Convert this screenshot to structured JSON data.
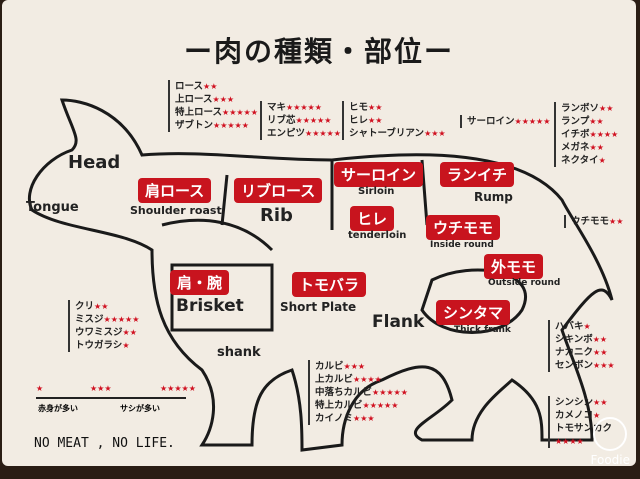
{
  "title": "ー肉の種類・部位ー",
  "parts": {
    "head": "Head",
    "tongue": "Tongue",
    "shank": "shank",
    "flank": "Flank",
    "shoulder_roast": {
      "ja": "肩ロース",
      "en": "Shoulder roast"
    },
    "rib": {
      "ja": "リブロース",
      "en": "Rib"
    },
    "sirloin": {
      "ja": "サーロイン",
      "en": "Sirloin"
    },
    "tenderloin": {
      "ja": "ヒレ",
      "en": "tenderloin"
    },
    "rump": {
      "ja": "ランイチ",
      "en": "Rump"
    },
    "inside_round": {
      "ja": "ウチモモ",
      "en": "Inside round"
    },
    "outside_round": {
      "ja": "外モモ",
      "en": "Outside round"
    },
    "brisket": {
      "ja": "肩・腕",
      "en": "Brisket"
    },
    "short_plate": {
      "ja": "トモバラ",
      "en": "Short Plate"
    },
    "thick_frank": {
      "ja": "シンタマ",
      "en": "Thick frank"
    }
  },
  "lists": {
    "roast": [
      {
        "n": "ロース",
        "s": "★★"
      },
      {
        "n": "上ロース",
        "s": "★★★"
      },
      {
        "n": "特上ロース",
        "s": "★★★★★"
      },
      {
        "n": "ザブトン",
        "s": "★★★★★"
      }
    ],
    "rib": [
      {
        "n": "マキ",
        "s": "★★★★★"
      },
      {
        "n": "リブ芯",
        "s": "★★★★★"
      },
      {
        "n": "エンピツ",
        "s": "★★★★★"
      }
    ],
    "hire": [
      {
        "n": "ヒモ",
        "s": "★★"
      },
      {
        "n": "ヒレ",
        "s": "★★"
      },
      {
        "n": "シャトーブリアン",
        "s": "★★★"
      }
    ],
    "sirloin": [
      {
        "n": "サーロイン",
        "s": "★★★★★"
      }
    ],
    "rump": [
      {
        "n": "ランボソ",
        "s": "★★"
      },
      {
        "n": "ランプ",
        "s": "★★"
      },
      {
        "n": "イチボ",
        "s": "★★★★"
      },
      {
        "n": "メガネ",
        "s": "★★"
      },
      {
        "n": "ネクタイ",
        "s": "★"
      }
    ],
    "uchimomo": [
      {
        "n": "ウチモモ",
        "s": "★★"
      }
    ],
    "brisket": [
      {
        "n": "クリ",
        "s": "★★"
      },
      {
        "n": "ミスジ",
        "s": "★★★★★"
      },
      {
        "n": "ウワミスジ",
        "s": "★★"
      },
      {
        "n": "トウガラシ",
        "s": "★"
      }
    ],
    "kalbi": [
      {
        "n": "カルビ",
        "s": "★★★"
      },
      {
        "n": "上カルビ",
        "s": "★★★★"
      },
      {
        "n": "中落ちカルビ",
        "s": "★★★★★"
      },
      {
        "n": "特上カルビ",
        "s": "★★★★★"
      },
      {
        "n": "カイノミ",
        "s": "★★★"
      }
    ],
    "shintama": [
      {
        "n": "ハバキ",
        "s": "★"
      },
      {
        "n": "シキンボ",
        "s": "★★"
      },
      {
        "n": "ナカニク",
        "s": "★★"
      },
      {
        "n": "センボン",
        "s": "★★★"
      }
    ],
    "sotomomo": [
      {
        "n": "シンシン",
        "s": "★★"
      },
      {
        "n": "カメノコ",
        "s": "★"
      },
      {
        "n": "トモサンカク",
        "s": "★★★★"
      }
    ]
  },
  "scale": {
    "low_stars": "★",
    "mid_stars": "★★★",
    "high_stars": "★★★★★",
    "left": "赤身が多い",
    "right": "サシが多い"
  },
  "slogan": "NO MEAT , NO LIFE.",
  "watermark": "Foodie"
}
